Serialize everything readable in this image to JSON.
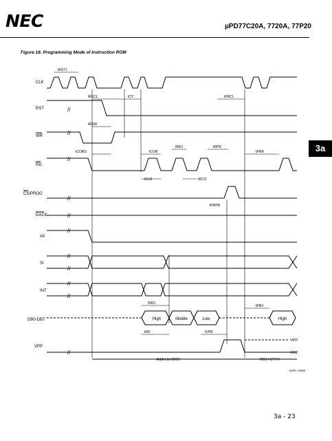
{
  "header": {
    "logo": "NEC",
    "part_numbers": "µPD77C20A, 7720A, 77P20"
  },
  "figure": {
    "title": "Figure 18.   Programming Mode of Instruction ROM",
    "signals": [
      "CLK",
      "RST",
      "WR",
      "RD",
      "CS/PROG",
      "DACK",
      "A0",
      "SI",
      "INT",
      "DB0-DB7",
      "VPP"
    ],
    "timing_params": [
      "tRST1",
      "tRSCL",
      "tCY",
      "tPRCL",
      "tRSW",
      "tCORS",
      "tCOR",
      "tRR1",
      "tRPR",
      "tPRR",
      "tCLR",
      "tRCO",
      "tPRPR",
      "tDR1",
      "tPRV",
      "tRD",
      "tVPR"
    ],
    "data_boxes": [
      "High",
      "Middle",
      "Low",
      "High"
    ],
    "level_labels": [
      "VPP",
      "VCC"
    ],
    "address_labels": [
      "Address 000H",
      "001H-1FFH"
    ],
    "drawing_code": "83RD-7588B"
  },
  "side_tab": "3a",
  "page_number": "3a - 23"
}
